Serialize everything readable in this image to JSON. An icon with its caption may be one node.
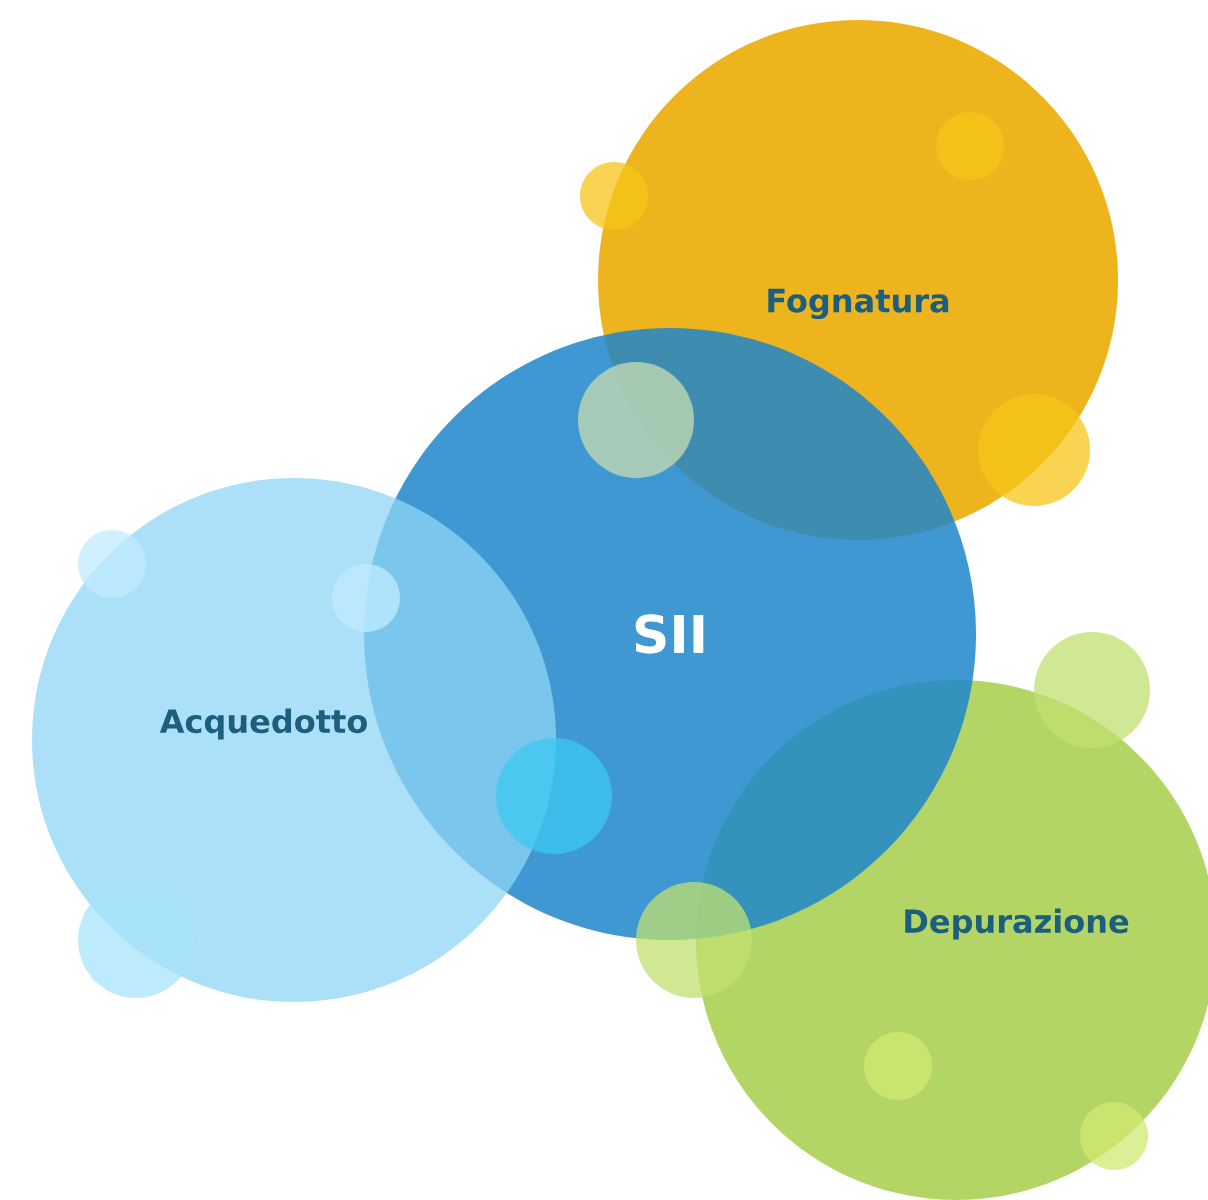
{
  "diagram": {
    "nodes": [
      {
        "text": [
          "Fognatura"
        ]
      },
      {
        "text": [
          "SII"
        ]
      },
      {
        "text": [
          "Acquedotto"
        ]
      },
      {
        "text": [
          "Depurazione"
        ]
      }
    ]
  }
}
